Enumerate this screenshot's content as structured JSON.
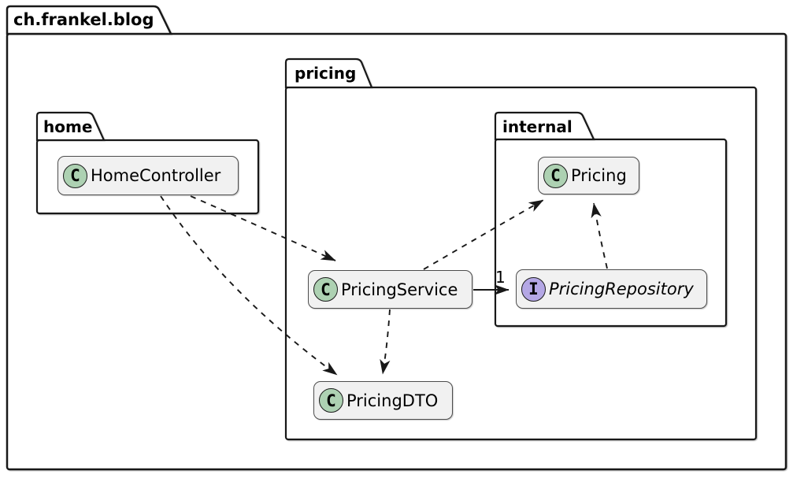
{
  "diagram_type": "uml-package-diagram",
  "root_package": {
    "label": "ch.frankel.blog"
  },
  "packages": {
    "home": {
      "label": "home"
    },
    "pricing": {
      "label": "pricing"
    },
    "internal": {
      "label": "internal"
    }
  },
  "classes": {
    "home_controller": {
      "icon": "C",
      "label": "HomeController",
      "kind": "class"
    },
    "pricing_service": {
      "icon": "C",
      "label": "PricingService",
      "kind": "class"
    },
    "pricing_dto": {
      "icon": "C",
      "label": "PricingDTO",
      "kind": "class"
    },
    "pricing": {
      "icon": "C",
      "label": "Pricing",
      "kind": "class"
    },
    "pricing_repository": {
      "icon": "I",
      "label": "PricingRepository",
      "kind": "interface"
    }
  },
  "relations": [
    {
      "from": "HomeController",
      "to": "PricingService",
      "style": "dashed",
      "label": ""
    },
    {
      "from": "HomeController",
      "to": "PricingDTO",
      "style": "dashed",
      "label": ""
    },
    {
      "from": "PricingService",
      "to": "Pricing",
      "style": "dashed",
      "label": ""
    },
    {
      "from": "PricingService",
      "to": "PricingDTO",
      "style": "dashed",
      "label": ""
    },
    {
      "from": "PricingService",
      "to": "PricingRepository",
      "style": "solid",
      "label": "1"
    },
    {
      "from": "PricingRepository",
      "to": "Pricing",
      "style": "dashed",
      "label": ""
    }
  ],
  "colors": {
    "background": "#FFFFFF",
    "package_border": "#181818",
    "class_fill": "#F1F1F1",
    "class_border": "#4D4D4D",
    "class_circle_fill": "#ADD1B2",
    "interface_circle_fill": "#B4A7E5",
    "edge": "#181818",
    "text": "#000000"
  }
}
